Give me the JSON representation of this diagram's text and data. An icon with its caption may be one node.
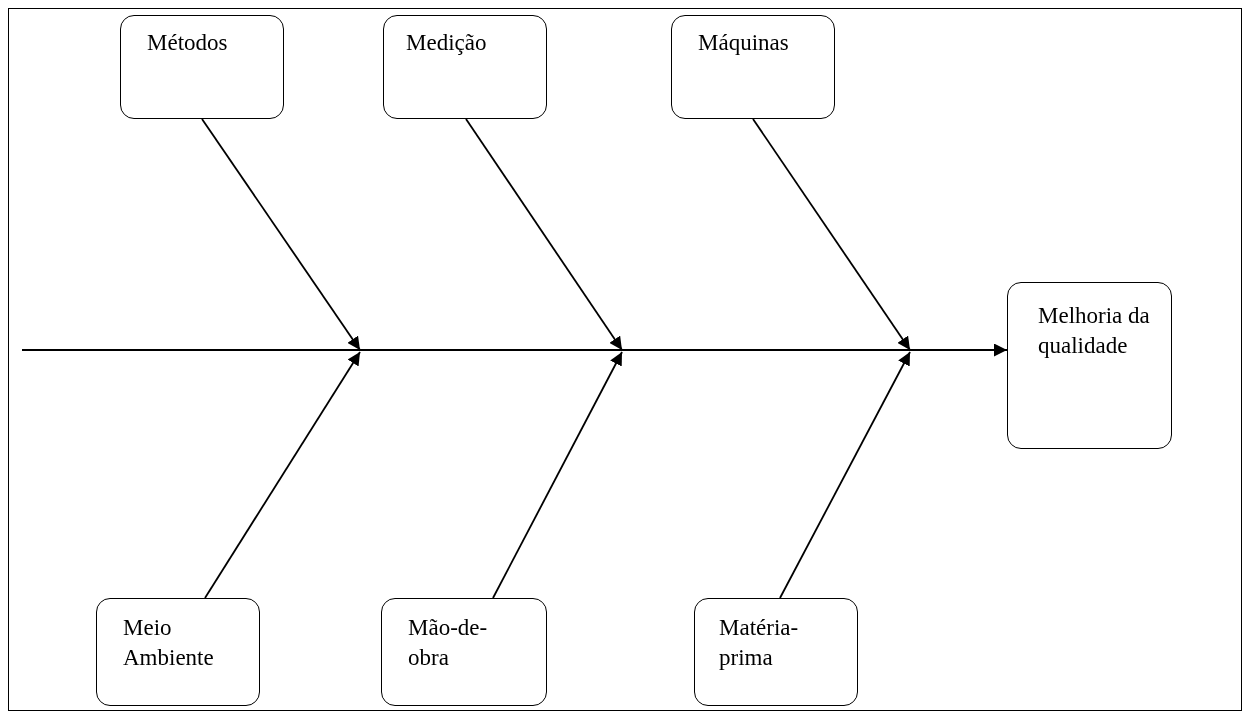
{
  "diagram": {
    "nodes": [
      {
        "text": [
          "Métodos"
        ]
      },
      {
        "text": [
          "Medição"
        ]
      },
      {
        "text": [
          "Máquinas"
        ]
      },
      {
        "text": [
          "Melhoria da qualidade"
        ]
      },
      {
        "text": [
          "Meio Ambiente"
        ]
      },
      {
        "text": [
          "Mão-de-obra"
        ]
      },
      {
        "text": [
          "Matéria-prima"
        ]
      }
    ],
    "edges": [
      {
        "from": null,
        "to": 3,
        "arrow": "to"
      },
      {
        "from": 0,
        "to": null,
        "arrow": "to"
      },
      {
        "from": 1,
        "to": null,
        "arrow": "to"
      },
      {
        "from": 2,
        "to": null,
        "arrow": "to"
      },
      {
        "from": 4,
        "to": null,
        "arrow": "to"
      },
      {
        "from": 5,
        "to": null,
        "arrow": "to"
      },
      {
        "from": 6,
        "to": null,
        "arrow": "to"
      }
    ]
  }
}
